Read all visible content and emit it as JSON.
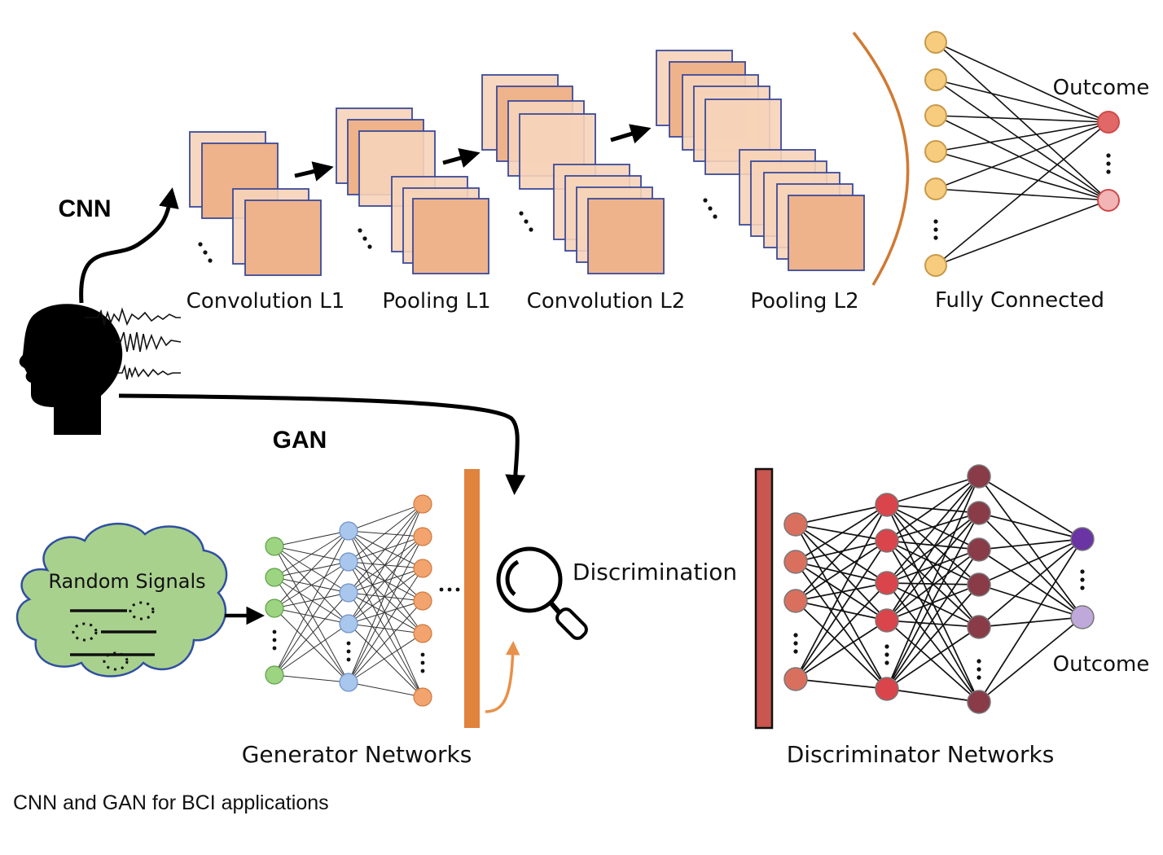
{
  "labels": {
    "cnn": "CNN",
    "gan": "GAN",
    "conv_l1": "Convolution L1",
    "pool_l1": "Pooling L1",
    "conv_l2": "Convolution L2",
    "pool_l2": "Pooling L2",
    "fully_connected": "Fully Connected",
    "outcome_top": "Outcome",
    "outcome_bottom": "Outcome",
    "random_signals": "Random Signals",
    "discrimination": "Discrimination",
    "generator": "Generator Networks",
    "discriminator": "Discriminator Networks"
  },
  "caption": "CNN and GAN for BCI applications",
  "colors": {
    "feature_map_fill": "#EEB38A",
    "feature_map_back": "#F6D3B8",
    "feature_map_edge": "#3B4A9A",
    "fc_node": "#F7CC7E",
    "fc_outcome_1": "#E26868",
    "fc_outcome_2": "#F2B4B4",
    "generator_input": "#9DD481",
    "generator_hidden": "#A9C6EC",
    "generator_output": "#F2A36E",
    "generator_bar": "#E0833B",
    "disc_input": "#D9705E",
    "disc_hidden_1": "#D9454B",
    "disc_hidden_2": "#8A3B48",
    "disc_outcome_1": "#6A34A4",
    "disc_outcome_2": "#BFA8DA",
    "disc_bar": "#C9564F",
    "cloud_fill": "#A9D18E",
    "orange_arrow": "#E8914A"
  },
  "icons": [
    "head-silhouette-icon",
    "magnifier-icon",
    "cloud-icon"
  ]
}
